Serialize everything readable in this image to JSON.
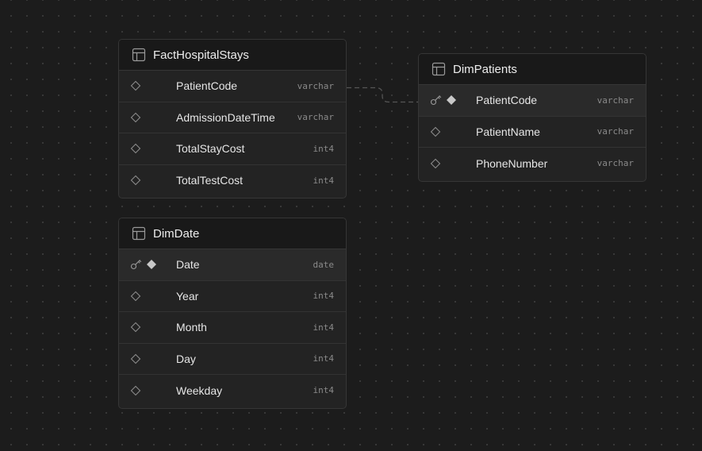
{
  "tables": {
    "fact_hospital_stays": {
      "title": "FactHospitalStays",
      "columns": [
        {
          "name": "PatientCode",
          "type": "varchar",
          "pk": false
        },
        {
          "name": "AdmissionDateTime",
          "type": "varchar",
          "pk": false
        },
        {
          "name": "TotalStayCost",
          "type": "int4",
          "pk": false
        },
        {
          "name": "TotalTestCost",
          "type": "int4",
          "pk": false
        }
      ]
    },
    "dim_patients": {
      "title": "DimPatients",
      "columns": [
        {
          "name": "PatientCode",
          "type": "varchar",
          "pk": true
        },
        {
          "name": "PatientName",
          "type": "varchar",
          "pk": false
        },
        {
          "name": "PhoneNumber",
          "type": "varchar",
          "pk": false
        }
      ]
    },
    "dim_date": {
      "title": "DimDate",
      "columns": [
        {
          "name": "Date",
          "type": "date",
          "pk": true
        },
        {
          "name": "Year",
          "type": "int4",
          "pk": false
        },
        {
          "name": "Month",
          "type": "int4",
          "pk": false
        },
        {
          "name": "Day",
          "type": "int4",
          "pk": false
        },
        {
          "name": "Weekday",
          "type": "int4",
          "pk": false
        }
      ]
    }
  },
  "relationships": [
    {
      "from_table": "FactHospitalStays",
      "from_column": "PatientCode",
      "to_table": "DimPatients",
      "to_column": "PatientCode"
    }
  ],
  "icons": {
    "table": "table-icon",
    "primary_key": "key-icon",
    "nullable_column": "diamond-outline-icon",
    "pk_column": "diamond-filled-icon"
  },
  "colors": {
    "background": "#1c1c1c",
    "table_body": "#232323",
    "table_header": "#191919",
    "border": "#363636",
    "text": "#e6e6e6",
    "type_text": "#8a8a8a"
  }
}
